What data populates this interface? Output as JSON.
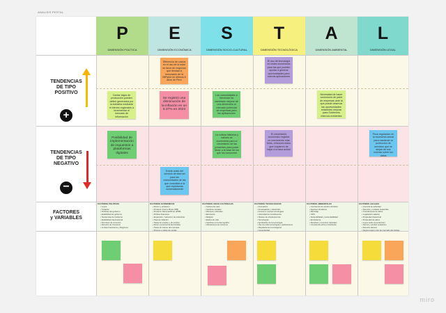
{
  "board": {
    "title": "ANALISIS PESTAL",
    "brand": "miro"
  },
  "columns": [
    {
      "letter": "P",
      "dimension": "DIMENSIÓN POLÍTICA",
      "color": "#b3dc8a"
    },
    {
      "letter": "E",
      "dimension": "DIMENSIÓN ECONÓMICA",
      "color": "#bfe5e2"
    },
    {
      "letter": "S",
      "dimension": "DIMENSIÓN SOCIO-CULTURAL",
      "color": "#7ee1ea"
    },
    {
      "letter": "T",
      "dimension": "DIMENSIÓN TECNOLÓGICA",
      "color": "#f6f07e"
    },
    {
      "letter": "A",
      "dimension": "DIMENSIÓN AMBIENTAL",
      "color": "#bfe5d0"
    },
    {
      "letter": "L",
      "dimension": "DIMENSIÓN LEGAL",
      "color": "#7fd9cd"
    }
  ],
  "rows": {
    "positive": {
      "line1": "TENDENCIAS",
      "line2": "DE TIPO",
      "line3": "POSITIVO",
      "symbol": "+"
    },
    "negative": {
      "line1": "TENDENCIAS",
      "line2": "DE TIPO",
      "line3": "NEGATIVO",
      "symbol": "−"
    },
    "factors": {
      "line1": "FACTORES",
      "line2": "y VARIABLES"
    }
  },
  "notes": [
    {
      "text": "Diferencia de costos en el uso de la nube en favor de negocios que tiendan a innovación de la MiPyme en últimos 6 años de Perú",
      "color": "#f9a55a"
    },
    {
      "text": "El uso de tecnología en redes incrementa para las que pueden ayudar a generar oportunidades para nuevas aplicaciones",
      "color": "#b39ddb"
    },
    {
      "text": "Contar bajos de producción pueden definir generados por la industria mediante el bienes regionales a incrementar el mercado de información",
      "color": "#d6f08a"
    },
    {
      "text": "Se registró una disminución de la inflación en un 6.37% en 2023",
      "color": "#f48fa6"
    },
    {
      "text": "Las comunidades a bienestar ha cambiado mejorar de una dimensión al mercado potencial de empresas para las aplicaciones",
      "color": "#6fce74"
    },
    {
      "text": "Necesidad de hacer conectores de parte de empresas ante la que puede observar las oportunidades existentes mejorar para Gobiernos internos existentes",
      "color": "#d6f08a"
    },
    {
      "text": "Posibilidad de implementación de impuestos a plataformas digitales",
      "color": "#6fce74"
    },
    {
      "text": "La cultura histórica y valores se incrementa para el crecimiento de las presentes para poder llevar a la base de los que los consumen",
      "color": "#6fce74"
    },
    {
      "text": "El crecimiento económico registra un crecimiento más lento, entonces estos que requieren de bajar a la tasa actual",
      "color": "#b39ddb"
    },
    {
      "text": "Poca regulación en la economía actual para mantener la protección de servicios que se alejan de sus normas sobre los datos",
      "color": "#6cc7f0"
    },
    {
      "text": "Existe costo del servicio de internet para las comunidades de las que consolida a la que representa comercialmente",
      "color": "#6cc7f0"
    }
  ],
  "factors": [
    {
      "title": "FACTORES POLÍTICOS",
      "items": [
        "Leyes",
        "Tratados",
        "Políticas del gobierno",
        "Estabilidad de gobierno",
        "Tendencias de Gobierno",
        "Estabilidad internacional",
        "Permisos de comercio",
        "Derecho de Comercio",
        "Límites financieros y Regiones"
      ]
    },
    {
      "title": "FACTORES ECONÓMICOS",
      "items": [
        "Ahorro y préstamo",
        "Producto Interno Bruto (PIB)",
        "Producto Nacional Bruto (PNB)",
        "Política financiera",
        "Expansión / reducción de industrias",
        "Tasa de inflación",
        "Tasas de empleo y de empleo",
        "Ahorro personal de las familias",
        "Tasas de interés del mercado",
        "Precios e índice de ventas"
      ]
    },
    {
      "title": "FACTORES SOCIO-CULTURALES",
      "items": [
        "Cultura del país",
        "Cambios sociales",
        "Patrones culturales",
        "Educación",
        "Religión",
        "Estilos de vida",
        "Cambios en la demografía",
        "Ubicaciones de consumo"
      ]
    },
    {
      "title": "FACTORES TECNOLÓGICOS",
      "items": [
        "Innovación",
        "Investigación y desarrollo",
        "Acceso a nuevas tecnologías",
        "Velocidad de transferencia",
        "Niveles de obsolescencia",
        "Tecnologías",
        "Aprobación de la tecnología",
        "Uso de otras tecnologías y aplicaciones",
        "Regulaciones tecnológicas",
        "Conectividad"
      ]
    },
    {
      "title": "FACTORES AMBIENTALES",
      "items": [
        "Conciencia de cambio climático",
        "Agentes climáticos",
        "Reciclaje",
        "ODS",
        "Sostenibilidad y sustentabilidad",
        "Ecosistema",
        "Residuos y recursos naturales",
        "Conciencia sobre el Ambiente"
      ]
    },
    {
      "title": "FACTORES LEGALES",
      "items": [
        "Licencia de actividad",
        "Derecho y cuidado sostenible",
        "Transferencia de datos",
        "Legislación salarial",
        "Propiedad intelectual",
        "Propiedad de datos",
        "Leyes sobre la protección",
        "Norma y cambio sustantivo",
        "Derecho laboral",
        "Seguro legal y tipo de mercado del trabajo"
      ]
    }
  ],
  "palette": {
    "orange": "#f9a55a",
    "yellow": "#f5dc3a",
    "green": "#6fce74",
    "pink": "#f48fa6"
  }
}
